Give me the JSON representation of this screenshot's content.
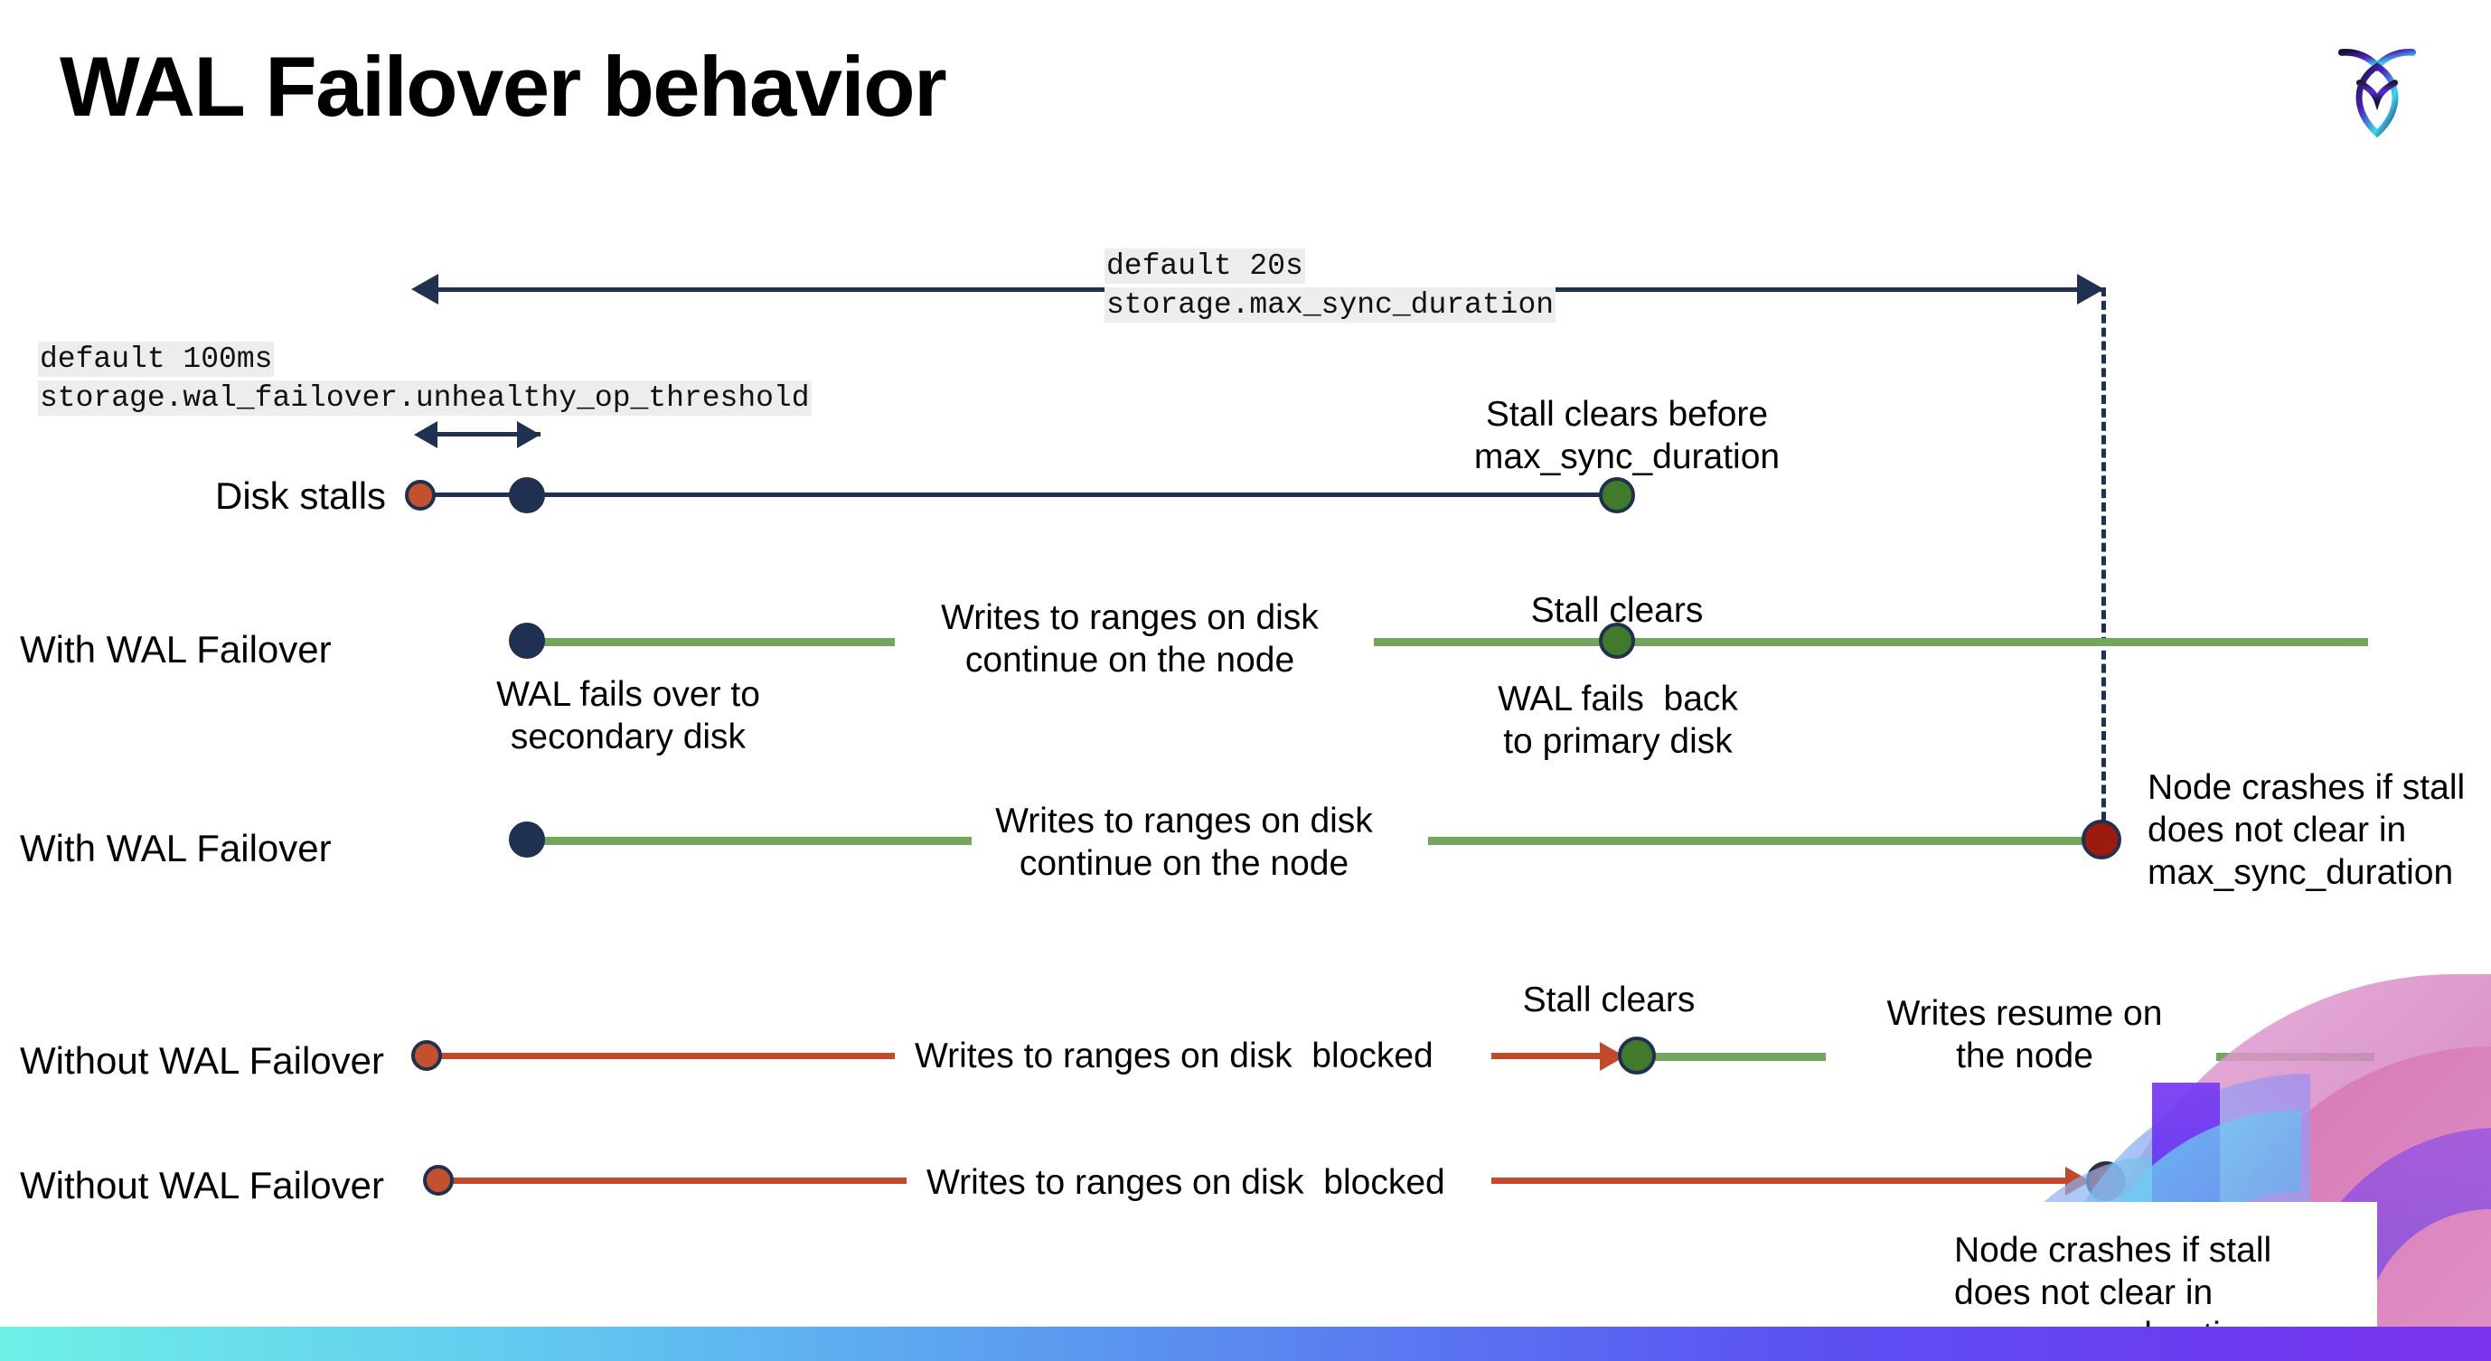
{
  "slide": {
    "title": "WAL Failover behavior",
    "logo_name": "cockroachdb-logo"
  },
  "settings": {
    "max_sync_duration": {
      "default_label": "default 20s",
      "setting_name": "storage.max_sync_duration"
    },
    "unhealthy_op_threshold": {
      "default_label": "default 100ms",
      "setting_name": "storage.wal_failover.unhealthy_op_threshold"
    }
  },
  "rows": [
    {
      "label": "Disk stalls",
      "annotations": [
        "Stall clears before\nmax_sync_duration"
      ]
    },
    {
      "label": "With WAL Failover",
      "annotations": [
        "Writes to ranges on disk\ncontinue on the node",
        "Stall clears",
        "WAL fails over to\nsecondary disk",
        "WAL fails  back\nto primary disk"
      ]
    },
    {
      "label": "With WAL Failover",
      "annotations": [
        "Writes to ranges on disk\ncontinue on the node",
        "Node crashes if stall\ndoes not clear in\nmax_sync_duration"
      ]
    },
    {
      "label": "Without WAL Failover",
      "annotations": [
        "Writes to ranges on disk  blocked",
        "Stall clears",
        "Writes resume on\nthe node"
      ]
    },
    {
      "label": "Without WAL Failover",
      "annotations": [
        "Writes to ranges on disk  blocked",
        "Node crashes if stall\ndoes not clear in\nmax_sync_duration"
      ]
    }
  ],
  "labels": {
    "disk_stalls": "Disk stalls",
    "with_failover_1": "With WAL Failover",
    "with_failover_2": "With WAL Failover",
    "without_failover_1": "Without WAL Failover",
    "without_failover_2": "Without WAL Failover",
    "stall_clears_before": "Stall clears before\nmax_sync_duration",
    "writes_continue_1": "Writes to ranges on disk\ncontinue on the node",
    "writes_continue_2": "Writes to ranges on disk\ncontinue on the node",
    "stall_clears_row2": "Stall clears",
    "wal_fails_over": "WAL fails over to\nsecondary disk",
    "wal_fails_back": "WAL fails  back\nto primary disk",
    "node_crashes_row3": "Node crashes if stall\ndoes not clear in\nmax_sync_duration",
    "writes_blocked_1": "Writes to ranges on disk  blocked",
    "stall_clears_row4": "Stall clears",
    "writes_resume": "Writes resume on\nthe node",
    "writes_blocked_2": "Writes to ranges on disk  blocked",
    "node_crashes_row5": "Node crashes if stall\ndoes not clear in\nmax_sync_duration"
  },
  "colors": {
    "navy": "#1f3050",
    "green_line": "#74a55c",
    "green_dot": "#417a2b",
    "orange": "#c4512e",
    "red_line": "#c04a2b",
    "dark_red": "#9b1b0f",
    "code_bg": "#ededed",
    "bar_start": "#6ff0e6",
    "bar_end": "#7b33ee"
  }
}
